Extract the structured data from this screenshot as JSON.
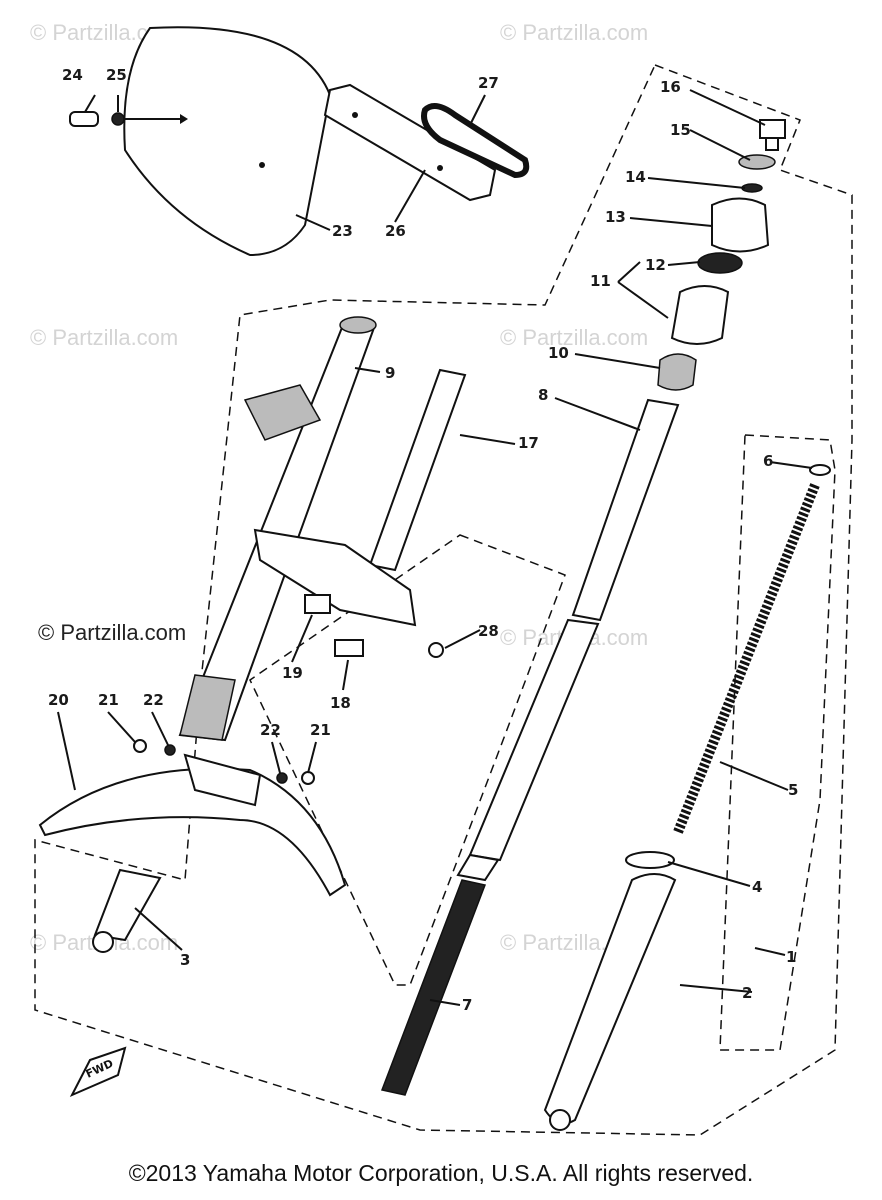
{
  "diagram": {
    "watermarks": [
      "© Partzilla.com",
      "© Partzilla.com",
      "© Partzilla.com",
      "© Partzilla.com",
      "© Partzilla.com",
      "© Partzilla.com",
      "© Partzilla.com",
      "© Partzilla.com"
    ],
    "watermark_primary": "© Partzilla.com",
    "fwd_label": "FWD",
    "callouts": {
      "c1": "1",
      "c2": "2",
      "c3": "3",
      "c4": "4",
      "c5": "5",
      "c6": "6",
      "c7": "7",
      "c8": "8",
      "c9": "9",
      "c10": "10",
      "c11": "11",
      "c12": "12",
      "c13": "13",
      "c14": "14",
      "c15": "15",
      "c16": "16",
      "c17": "17",
      "c18": "18",
      "c19": "19",
      "c20": "20",
      "c21a": "21",
      "c21b": "21",
      "c22a": "22",
      "c22b": "22",
      "c23": "23",
      "c24": "24",
      "c25": "25",
      "c26": "26",
      "c27": "27",
      "c28": "28"
    }
  },
  "footer": {
    "copyright": "©2013  Yamaha Motor Corporation, U.S.A. All rights reserved."
  }
}
